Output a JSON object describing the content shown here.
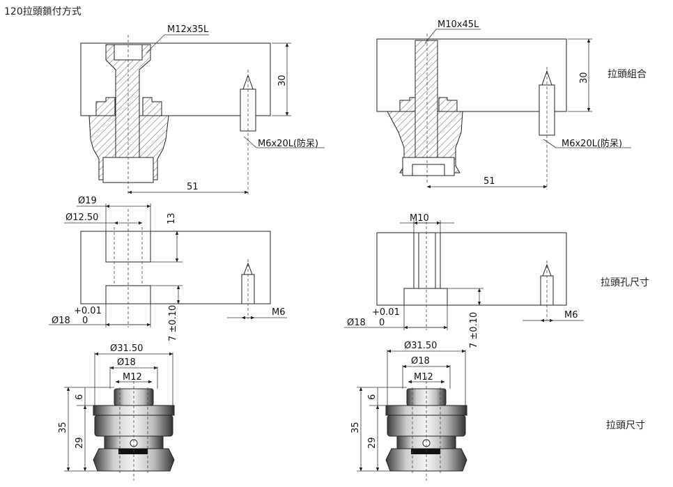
{
  "title": "120拉頭鎖付方式",
  "side_labels": {
    "assembly": "拉頭組合",
    "hole_size": "拉頭孔尺寸",
    "stud_size": "拉頭尺寸"
  },
  "left": {
    "bolt": "M12x35L",
    "plate_height": "30",
    "pin": "M6x20L(防呆)",
    "offset": "51",
    "d19": "Ø19",
    "d1250": "Ø12.50",
    "depth13": "13",
    "tol_plus": "+0.01",
    "tol_zero": "0",
    "d18": "Ø18",
    "depth7": "7 ±0.10",
    "m6": "M6",
    "d3150": "Ø31.50",
    "d18b": "Ø18",
    "m12": "M12",
    "h35": "35",
    "h29": "29",
    "h6": "6"
  },
  "right": {
    "bolt": "M10x45L",
    "plate_height": "30",
    "pin": "M6x20L(防呆)",
    "offset": "51",
    "m10": "M10",
    "tol_plus": "+0.01",
    "tol_zero": "0",
    "d18": "Ø18",
    "depth7": "7 ±0.10",
    "m6": "M6",
    "d3150": "Ø31.50",
    "d18b": "Ø18",
    "m12": "M12",
    "h35": "35",
    "h29": "29",
    "h6": "6"
  }
}
